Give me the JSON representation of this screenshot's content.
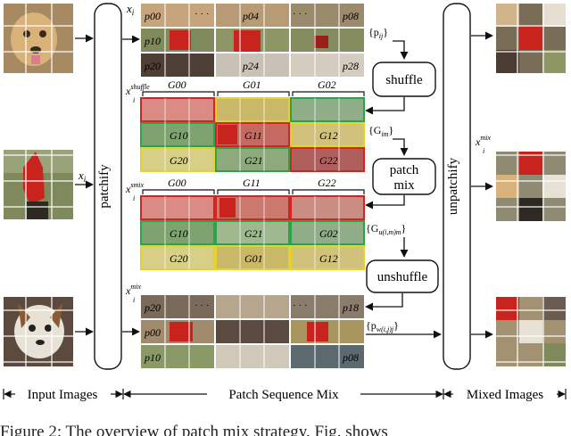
{
  "labels": {
    "x_i": "x",
    "x_i_sub": "i",
    "x_shuffle_sup": "shuffle",
    "x_smix_sup": "smix",
    "x_mix_sup": "mix",
    "patchify": "patchify",
    "unpatchify": "unpatchify",
    "x_mix_right_sup": "mix"
  },
  "steps": {
    "shuffle": "shuffle",
    "patch_mix_1": "patch",
    "patch_mix_2": "mix",
    "unshuffle": "unshuffle"
  },
  "annotations": {
    "p_ij": "{p",
    "p_ij_sub": "ij",
    "G_im": "{G",
    "G_im_sub": "im",
    "G_uimm": "{G",
    "G_uimm_sub": "u(i,m)m",
    "p_wij": "{p",
    "p_wij_sub": "w(i,j)j",
    "close": "}"
  },
  "patch_labels": {
    "row1": [
      "p00",
      "p04",
      "p08"
    ],
    "row2": [
      "p10"
    ],
    "row3": [
      "p20",
      "p24",
      "p28"
    ],
    "bottom_row1": [
      "p20",
      "p18"
    ],
    "bottom_row2": [
      "p00"
    ],
    "bottom_row3": [
      "p10",
      "p08"
    ],
    "dots": "· · ·"
  },
  "group_labels": {
    "shuffle_header": [
      "G00",
      "G01",
      "G02"
    ],
    "shuffle_row2": [
      "G10",
      "G11",
      "G12"
    ],
    "shuffle_row3": [
      "G20",
      "G21",
      "G22"
    ],
    "smix_header": [
      "G00",
      "G11",
      "G22"
    ],
    "smix_row2": [
      "G10",
      "G21",
      "G02"
    ],
    "smix_row3": [
      "G20",
      "G01",
      "G12"
    ]
  },
  "sections": {
    "input": "Input Images",
    "mix": "Patch Sequence Mix",
    "mixed": "Mixed Images"
  },
  "caption": "Figure 2: The overview of patch mix strategy. Fig. shows"
}
